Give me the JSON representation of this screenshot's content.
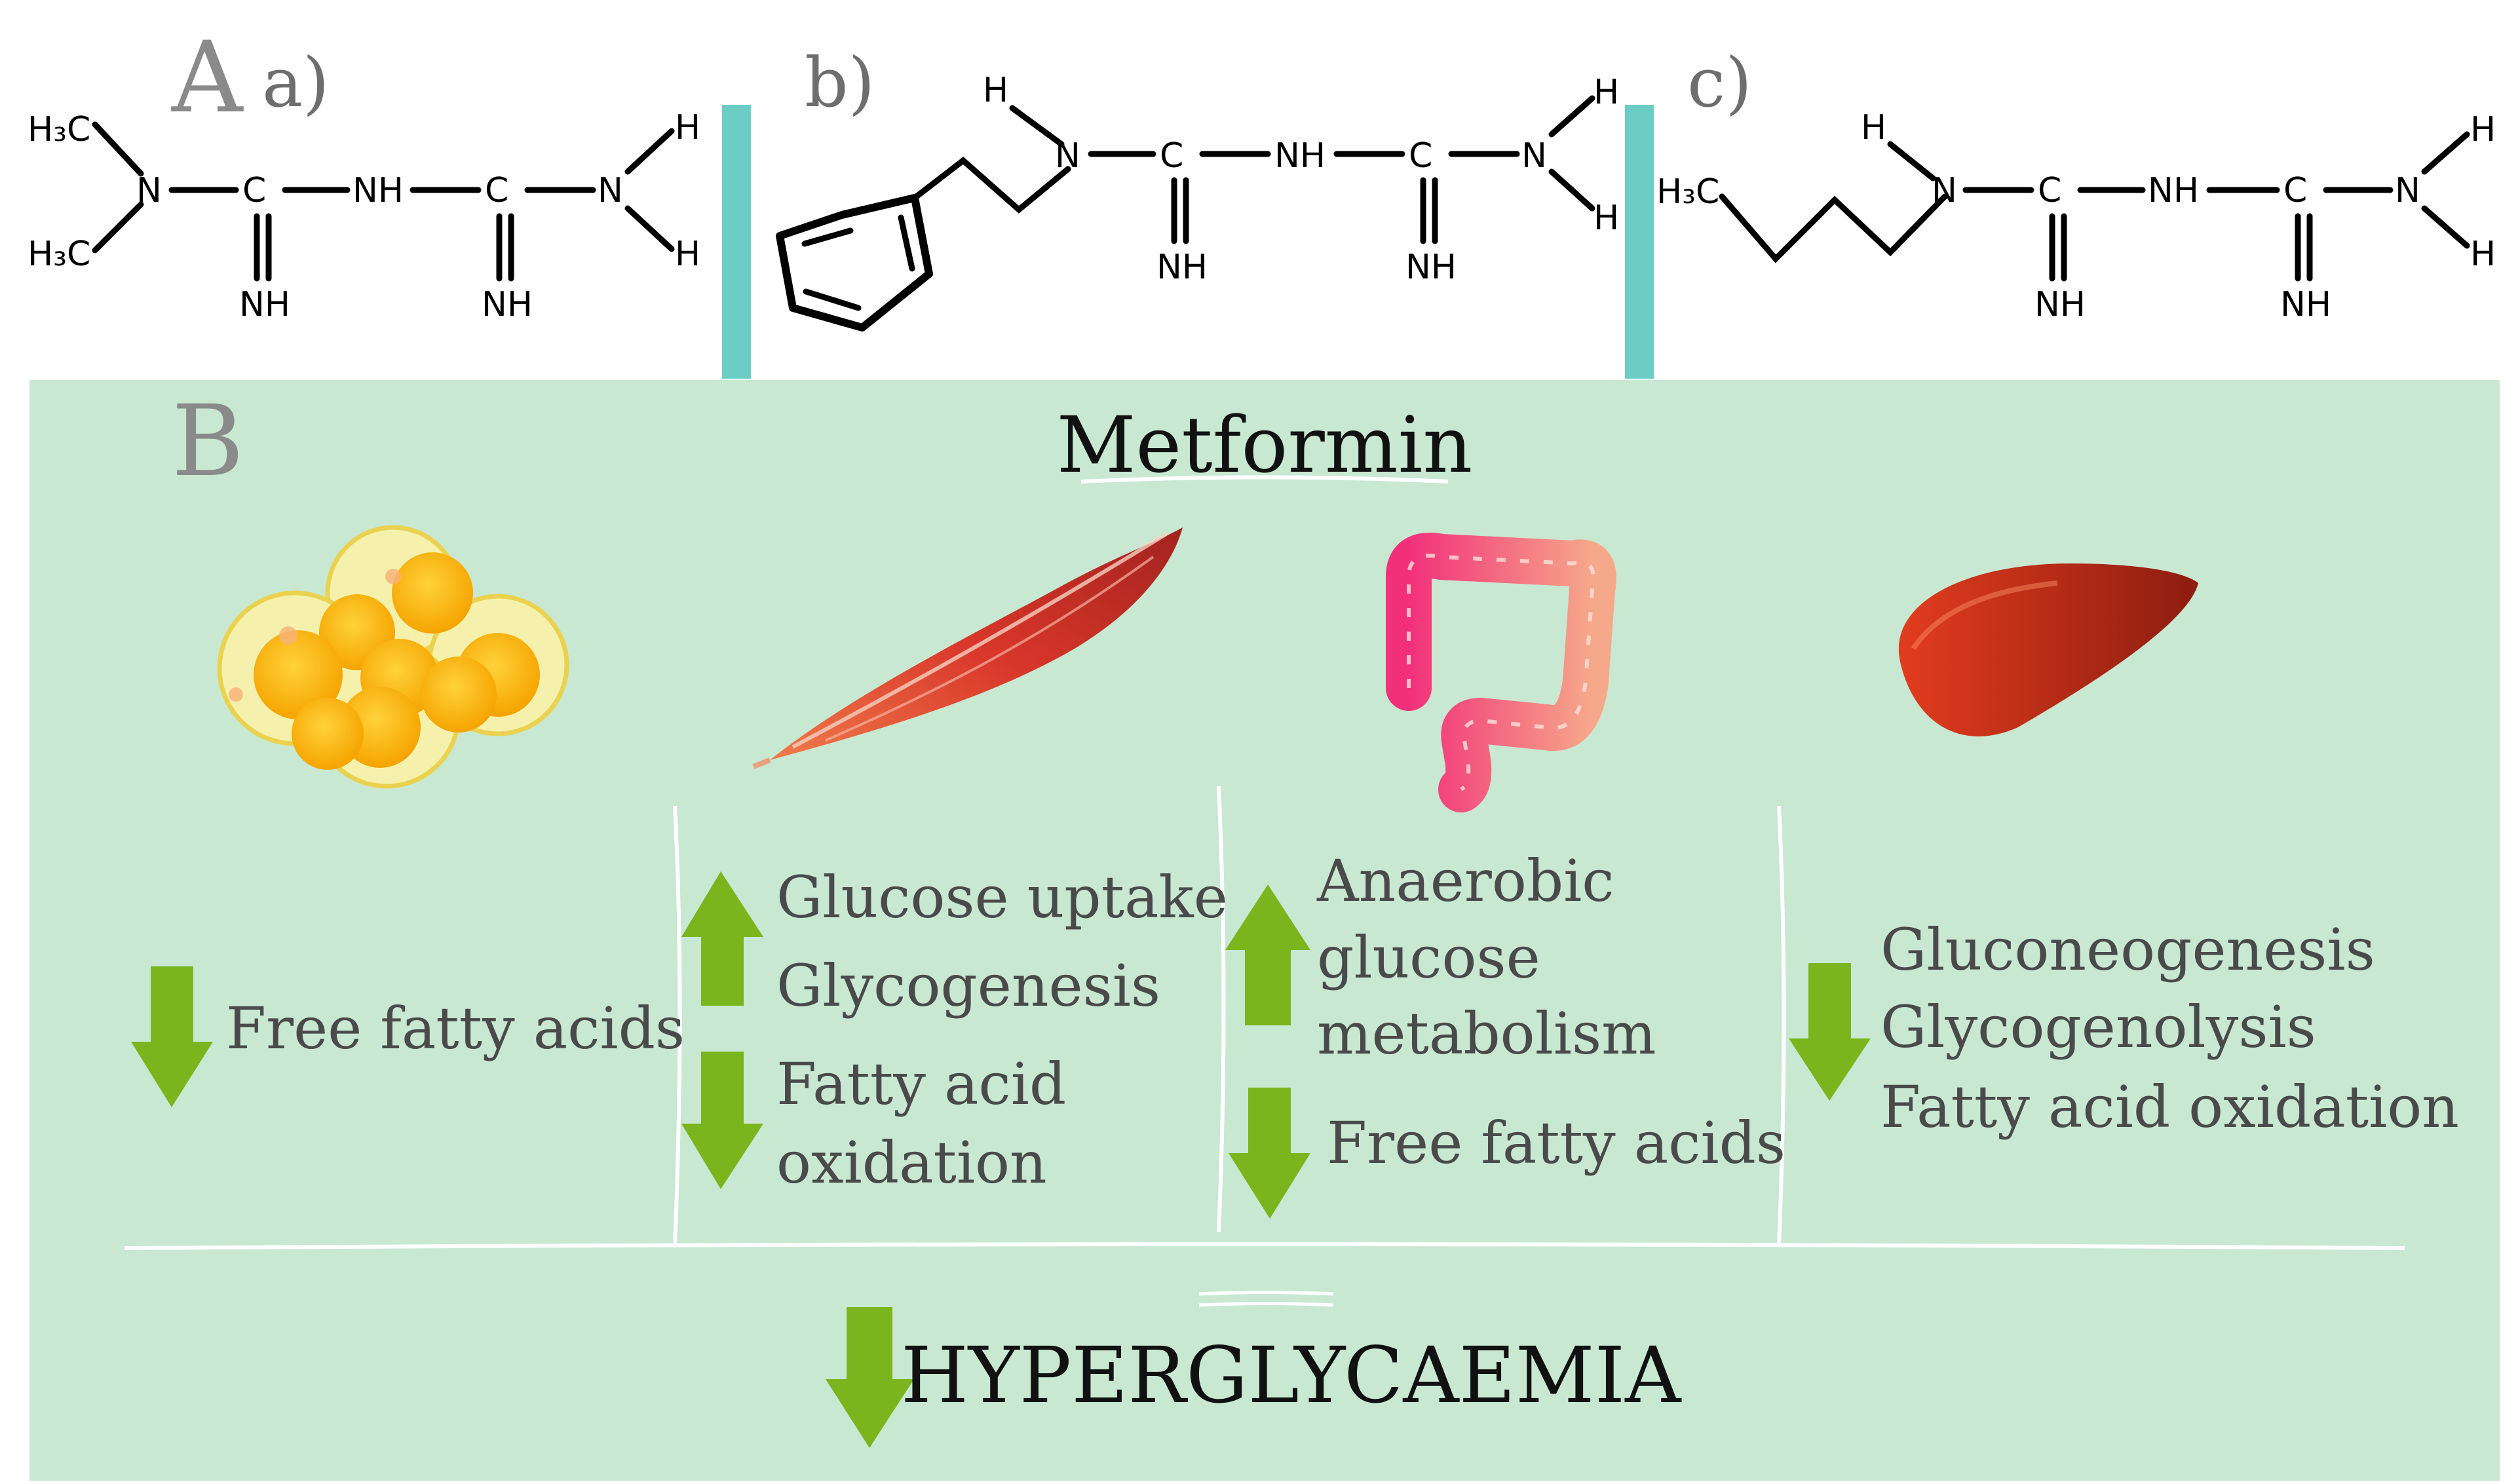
{
  "panel_a": {
    "letter": "A",
    "molecules": [
      {
        "label": "a)",
        "atoms": {
          "me1": "H₃C",
          "me2": "H₃C",
          "n1": "N",
          "c1": "C",
          "nh1": "NH",
          "c2": "C",
          "n2": "N",
          "h1": "H",
          "h2": "H",
          "imine1": "NH",
          "imine2": "NH"
        }
      },
      {
        "label": "b)",
        "atoms": {
          "h_top": "H",
          "n1": "N",
          "c1": "C",
          "nh1": "NH",
          "c2": "C",
          "n2": "N",
          "h1": "H",
          "h2": "H",
          "imine1": "NH",
          "imine2": "NH"
        }
      },
      {
        "label": "c)",
        "atoms": {
          "me": "H₃C",
          "h_top": "H",
          "n1": "N",
          "c1": "C",
          "nh1": "NH",
          "c2": "C",
          "n2": "N",
          "h1": "H",
          "h2": "H",
          "imine1": "NH",
          "imine2": "NH"
        }
      }
    ]
  },
  "panel_b": {
    "letter": "B",
    "title": "Metformin",
    "organs": [
      {
        "icon": "adipose-tissue-icon",
        "effects": [
          {
            "direction": "down",
            "lines": [
              "Free fatty acids"
            ]
          }
        ]
      },
      {
        "icon": "muscle-icon",
        "effects": [
          {
            "direction": "up",
            "lines": [
              "Glucose uptake",
              "Glycogenesis"
            ]
          },
          {
            "direction": "down",
            "lines": [
              "Fatty acid",
              "oxidation"
            ]
          }
        ]
      },
      {
        "icon": "intestine-icon",
        "effects": [
          {
            "direction": "up",
            "lines": [
              "Anaerobic",
              "glucose",
              "metabolism"
            ]
          },
          {
            "direction": "down",
            "lines": [
              "Free fatty acids"
            ]
          }
        ]
      },
      {
        "icon": "liver-icon",
        "effects": [
          {
            "direction": "down",
            "lines": [
              "Gluconeogenesis",
              "Glycogenolysis",
              "Fatty acid oxidation"
            ]
          }
        ]
      }
    ],
    "outcome": {
      "direction": "down",
      "label": "HYPERGLYCAEMIA"
    }
  },
  "colors": {
    "panel_background": "#c8e8d2",
    "divider": "#6ccdc4",
    "arrow": "#7ab51d",
    "effect_text": "#4a4a4a",
    "letter_gray": "#8a8a8a"
  }
}
